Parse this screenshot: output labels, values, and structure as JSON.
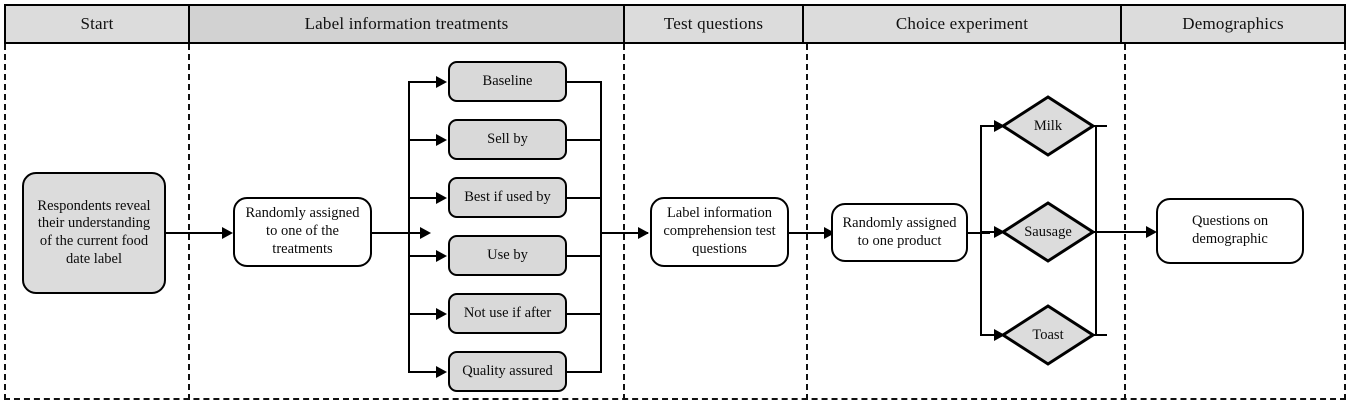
{
  "header": {
    "columns": [
      {
        "label": "Start"
      },
      {
        "label": "Label information treatments"
      },
      {
        "label": "Test questions"
      },
      {
        "label": "Choice experiment"
      },
      {
        "label": "Demographics"
      }
    ]
  },
  "flow": {
    "start_node": {
      "label": "Respondents reveal their understanding of the current food date label"
    },
    "randomize_treatment_node": {
      "label": "Randomly assigned to one of the treatments"
    },
    "treatments": [
      {
        "label": "Baseline"
      },
      {
        "label": "Sell by"
      },
      {
        "label": "Best if used by"
      },
      {
        "label": "Use by"
      },
      {
        "label": "Not use if after"
      },
      {
        "label": "Quality assured"
      }
    ],
    "test_questions_node": {
      "label": "Label information comprehension test questions"
    },
    "randomize_product_node": {
      "label": "Randomly assigned to one product"
    },
    "products": [
      {
        "label": "Milk"
      },
      {
        "label": "Sausage"
      },
      {
        "label": "Toast"
      }
    ],
    "demographics_node": {
      "label": "Questions on demographic"
    }
  },
  "colors": {
    "header_fill": "#dcdcdc",
    "header_fill_highlight": "#d2d2d2",
    "node_fill_gray": "#d9d9d9",
    "node_fill_white": "#ffffff",
    "stroke": "#000000",
    "divider": "#111111"
  }
}
